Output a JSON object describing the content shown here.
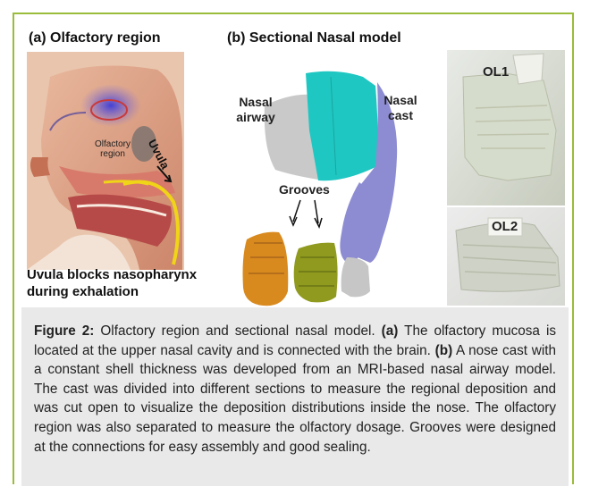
{
  "figure": {
    "panel_a_label": "(a) Olfactory region",
    "panel_b_label": "(b) Sectional Nasal model",
    "panel_a": {
      "olfactory_region_label": "Olfactory region",
      "uvula_label": "Uvula",
      "bottom_caption_line1": "Uvula blocks nasopharynx",
      "bottom_caption_line2": "during exhalation"
    },
    "panel_b": {
      "nasal_airway_label": "Nasal airway",
      "nasal_cast_label": "Nasal cast",
      "grooves_label": "Grooves",
      "photo_label_top": "OL1",
      "photo_label_bottom": "OL2"
    },
    "colors": {
      "border": "#9bbc3a",
      "caption_bg": "#e9e9e9",
      "cyan_section": "#1fc7c2",
      "purple_section": "#8d8cd2",
      "orange_section": "#d98a1f",
      "olive_section": "#8f9a1e",
      "grey_airway": "#c9c9c9"
    }
  },
  "caption": {
    "figure_label": "Figure 2:",
    "intro": " Olfactory region and sectional nasal model. ",
    "a_label": "(a)",
    "a_text": " The olfactory mucosa is located at the upper nasal cavity and is connected with the brain.  ",
    "b_label": "(b)",
    "b_text": " A nose cast with a constant shell thickness was developed from an MRI-based nasal airway model.  The cast was divided into different sections to measure the regional deposition and was cut open to visualize the deposition distributions inside the nose.  The olfactory region was also separated to measure the olfactory dosage.  Grooves were designed at the connections for easy assembly and good sealing."
  }
}
